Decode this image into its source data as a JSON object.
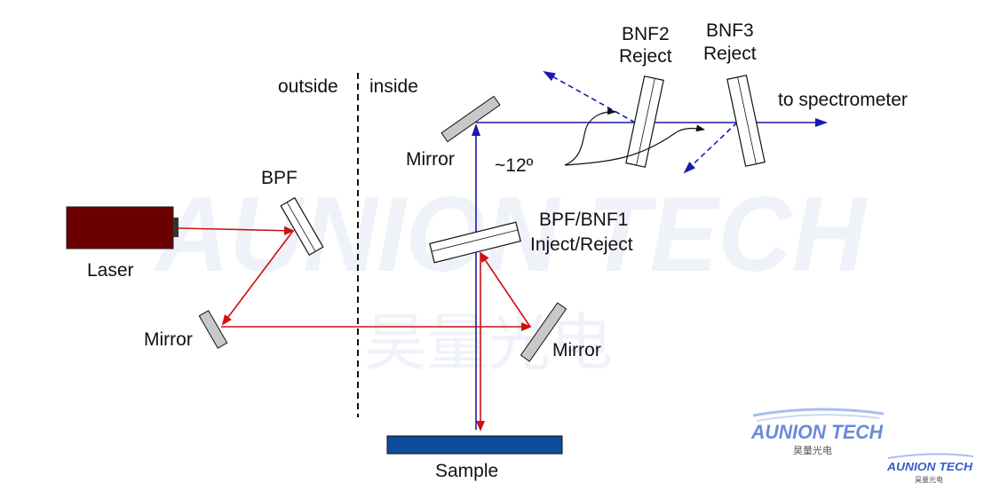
{
  "labels": {
    "outside": "outside",
    "inside": "inside",
    "laser": "Laser",
    "bpf": "BPF",
    "mirror_left": "Mirror",
    "mirror_top": "Mirror",
    "mirror_right": "Mirror",
    "bnf1_line1": "BPF/BNF1",
    "bnf1_line2": "Inject/Reject",
    "bnf2_line1": "BNF2",
    "bnf2_line2": "Reject",
    "bnf3_line1": "BNF3",
    "bnf3_line2": "Reject",
    "angle": "~12º",
    "to_spectrometer": "to spectrometer",
    "sample": "Sample"
  },
  "watermarks": {
    "big": "AUNION TECH",
    "big_cn": "昊量光电",
    "logo": "AUNION TECH",
    "logo_cn": "昊量光电",
    "logo_small": "AUNION TECH",
    "logo_small_cn": "昊量光电"
  },
  "colors": {
    "laser_body": "#6b0000",
    "laser_beam": "#cc1111",
    "raman_beam": "#1a1ab0",
    "sample": "#0d4c9a",
    "mirror_gray": "#c8c8c8",
    "logo_blue": "#6a8ad8"
  }
}
